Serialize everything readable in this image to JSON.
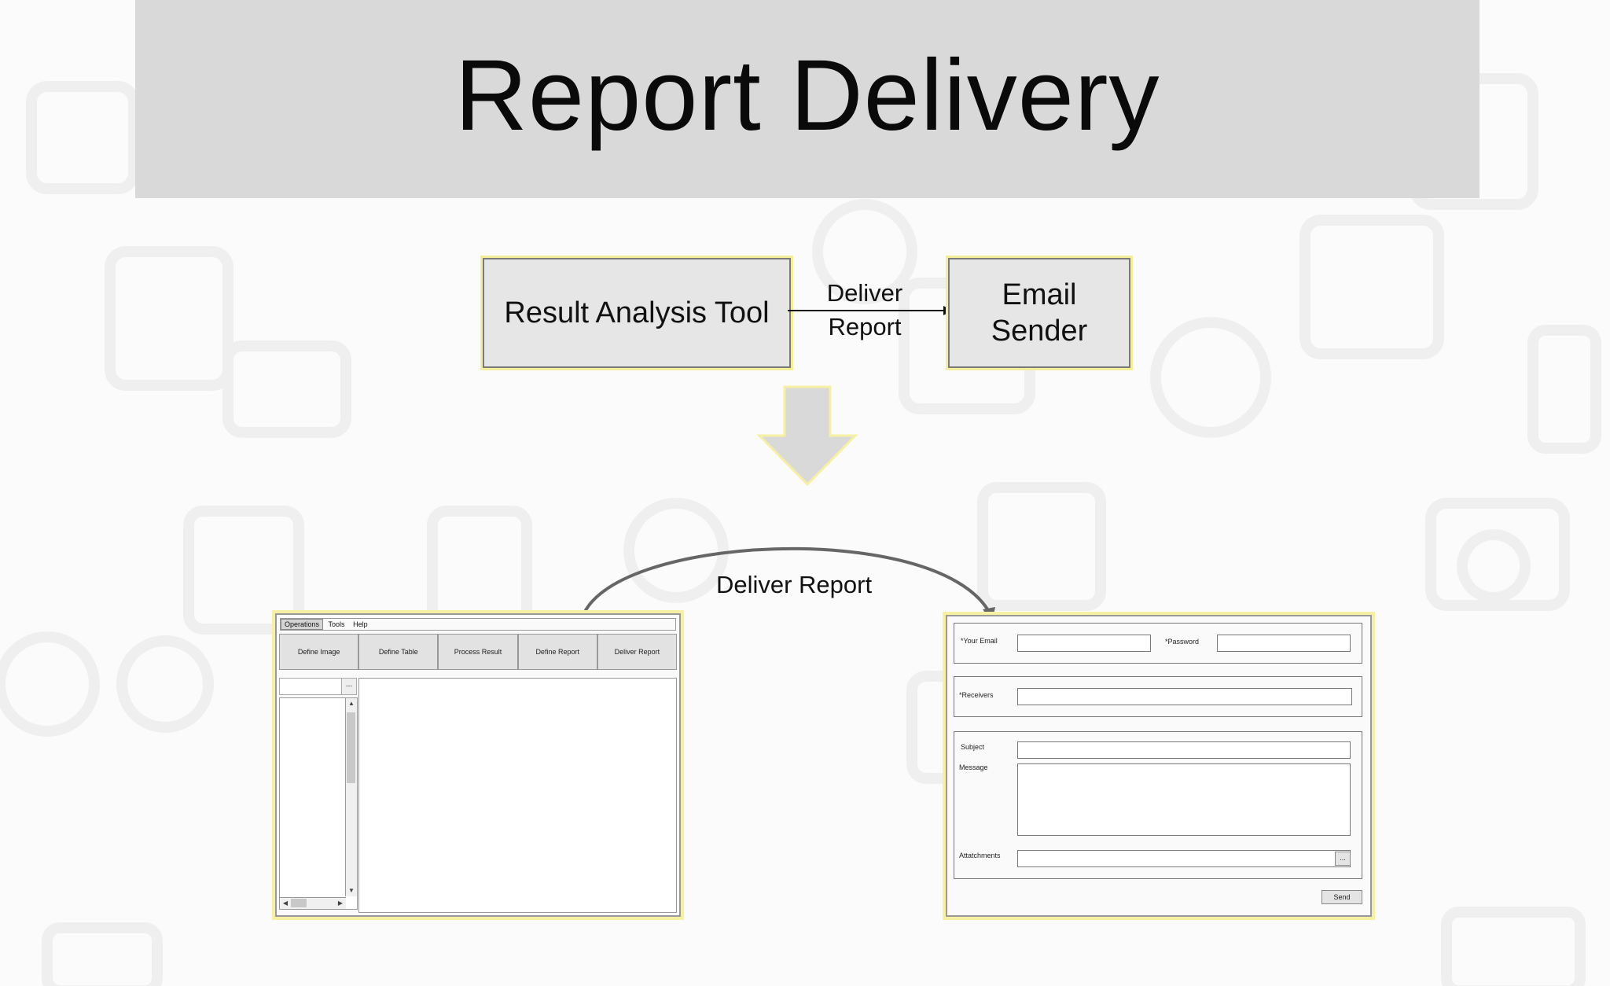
{
  "title": "Report Delivery",
  "top_flow": {
    "source_box": "Result Analysis Tool",
    "arrow_label_line1": "Deliver",
    "arrow_label_line2": "Report",
    "target_box_line1": "Email",
    "target_box_line2": "Sender"
  },
  "bottom_flow": {
    "arc_label": "Deliver Report"
  },
  "analysis_tool_window": {
    "menu": [
      "Operations",
      "Tools",
      "Help"
    ],
    "toolbar_buttons": [
      "Define Image",
      "Define Table",
      "Process Result",
      "Define Report",
      "Deliver Report"
    ],
    "combo_button": "..."
  },
  "email_sender_window": {
    "email_label": "*Your Email",
    "password_label": "*Password",
    "receivers_label": "*Receivers",
    "subject_label": "Subject",
    "message_label": "Message",
    "attachments_label": "Attatchments",
    "attach_button": "...",
    "send_button": "Send"
  },
  "colors": {
    "title_band": "#d9d9d9",
    "box_fill": "#e6e6e6",
    "highlight": "#f4ed9a",
    "down_arrow": "#d9d9d9",
    "connector": "#666666"
  }
}
